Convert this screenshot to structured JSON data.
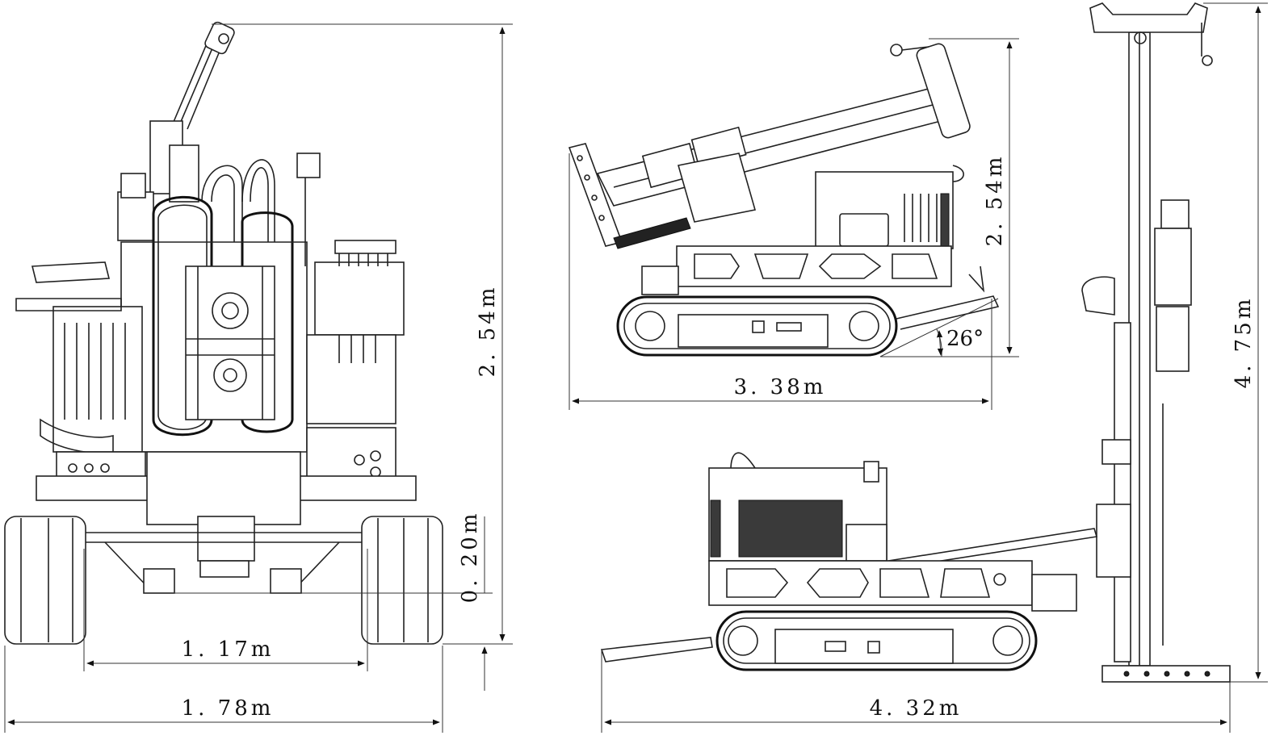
{
  "dimensions": {
    "front_height": "2. 54m",
    "front_ground_clearance": "0. 20m",
    "front_track_gauge": "1. 17m",
    "front_overall_width": "1. 78m",
    "side_transport_height": "2. 54m",
    "side_transport_length": "3. 38m",
    "side_approach_angle": "26°",
    "side_working_height": "4. 75m",
    "side_working_length": "4. 32m"
  }
}
